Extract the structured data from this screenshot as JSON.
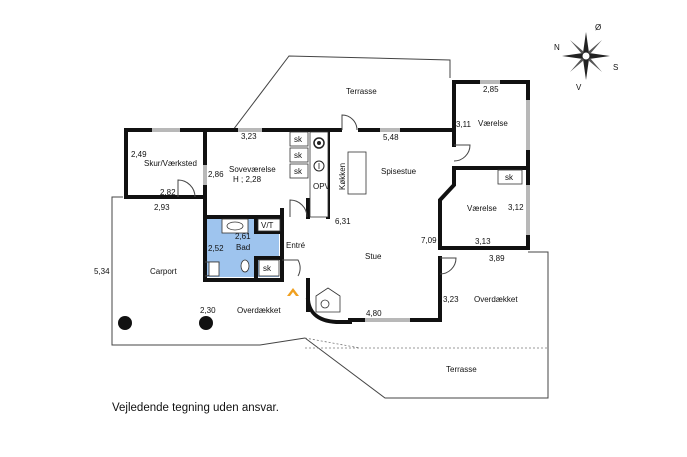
{
  "caption": "Vejledende tegning uden ansvar.",
  "compass": {
    "north": "N",
    "east": "Ø",
    "south": "S",
    "west": "V"
  },
  "rooms": {
    "terrasse_top": "Terrasse",
    "vaerelse_1": "Værelse",
    "skur": "Skur/Værksted",
    "sovevaerelse": "Soveværelse",
    "sovevaerelse_height": "H ; 2,28",
    "koekken": "Køkken",
    "spisestue": "Spisestue",
    "vaerelse_2": "Værelse",
    "bad": "Bad",
    "entre": "Entré",
    "stue": "Stue",
    "carport": "Carport",
    "overdaekket_left": "Overdækket",
    "overdaekket_right": "Overdækket",
    "terrasse_bottom": "Terrasse"
  },
  "fixtures": {
    "sk_1": "sk",
    "sk_2": "sk",
    "sk_3": "sk",
    "sk_4": "sk",
    "sk_5": "sk",
    "opv": "OPV",
    "vt": "V/T"
  },
  "dimensions": {
    "d_285": "2,85",
    "d_323_top": "3,23",
    "d_548": "5,48",
    "d_311": "3,11",
    "d_249": "2,49",
    "d_286": "2,86",
    "d_282": "2,82",
    "d_293": "2,93",
    "d_312": "3,12",
    "d_631": "6,31",
    "d_261": "2,61",
    "d_252": "2,52",
    "d_709": "7,09",
    "d_313": "3,13",
    "d_389": "3,89",
    "d_534": "5,34",
    "d_230": "2,30",
    "d_323_bottom": "3,23",
    "d_480": "4,80"
  },
  "colors": {
    "bathroom": "#9ec4ee",
    "walls": "#111111",
    "entrance_arrow": "#f0a020"
  }
}
